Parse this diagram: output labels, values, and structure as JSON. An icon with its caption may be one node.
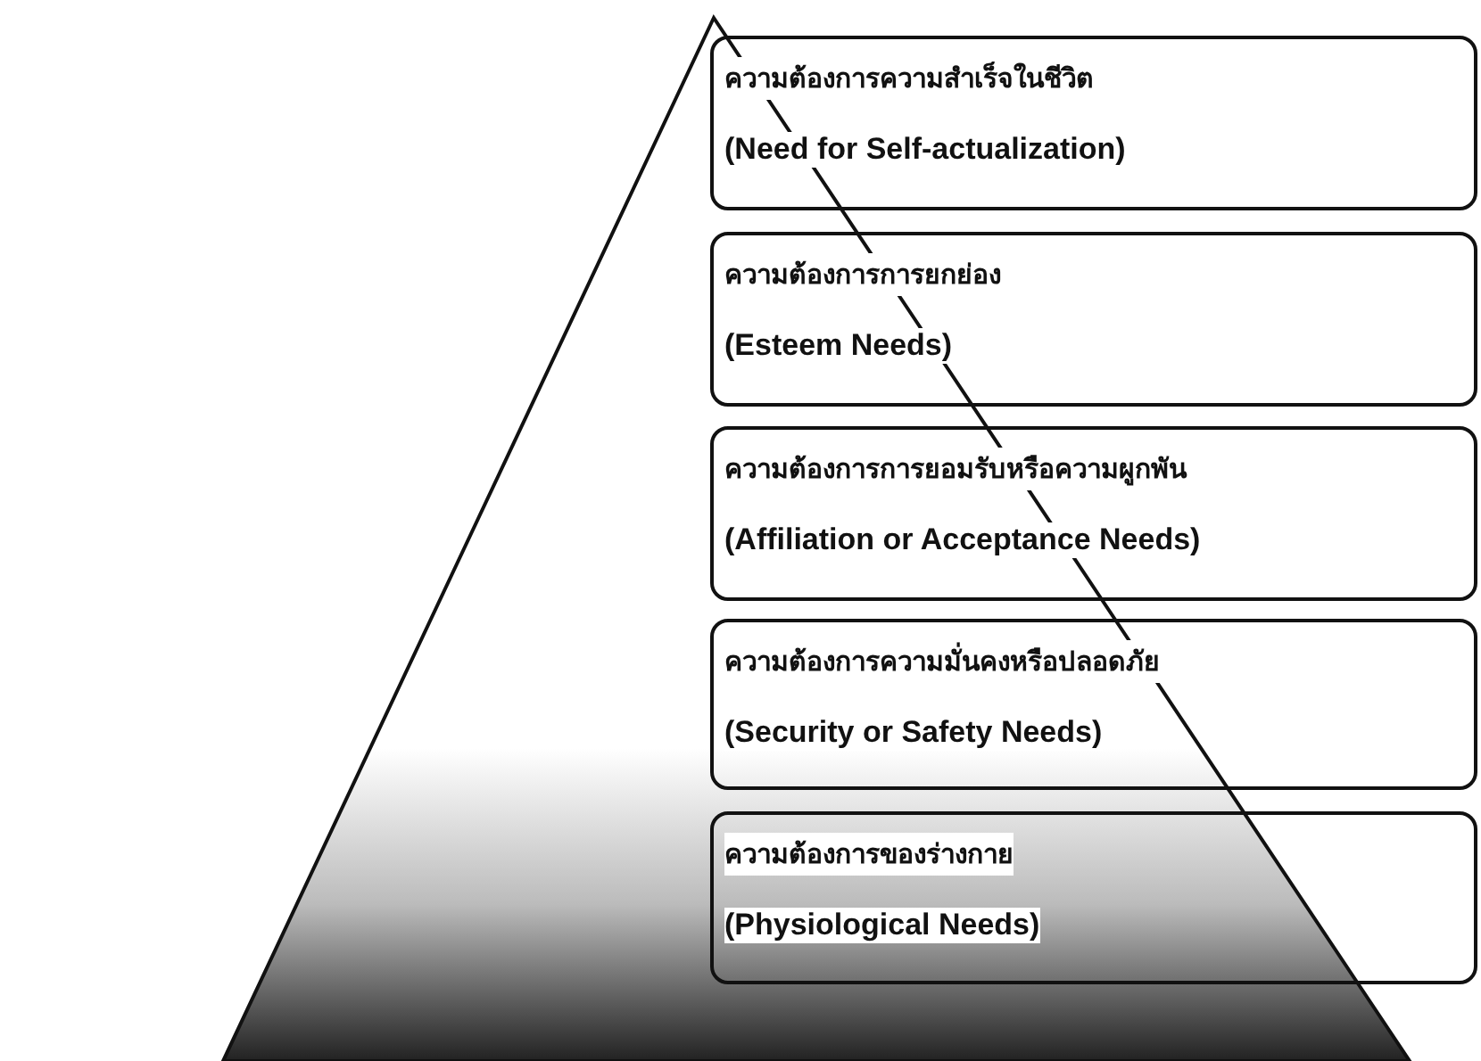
{
  "diagram": {
    "nodes": [
      {
        "text": [
          "ความต้องการความสำเร็จในชีวิต",
          "(Need for Self-actualization)"
        ]
      },
      {
        "text": [
          "ความต้องการการยกย่อง",
          "(Esteem Needs)"
        ]
      },
      {
        "text": [
          "ความต้องการการยอมรับหรือความผูกพัน",
          "(Affiliation or Acceptance Needs)"
        ]
      },
      {
        "text": [
          "ความต้องการความมั่นคงหรือปลอดภัย",
          "(Security or Safety Needs)"
        ]
      },
      {
        "text": [
          "ความต้องการของร่างกาย",
          "(Physiological Needs)"
        ]
      }
    ]
  }
}
